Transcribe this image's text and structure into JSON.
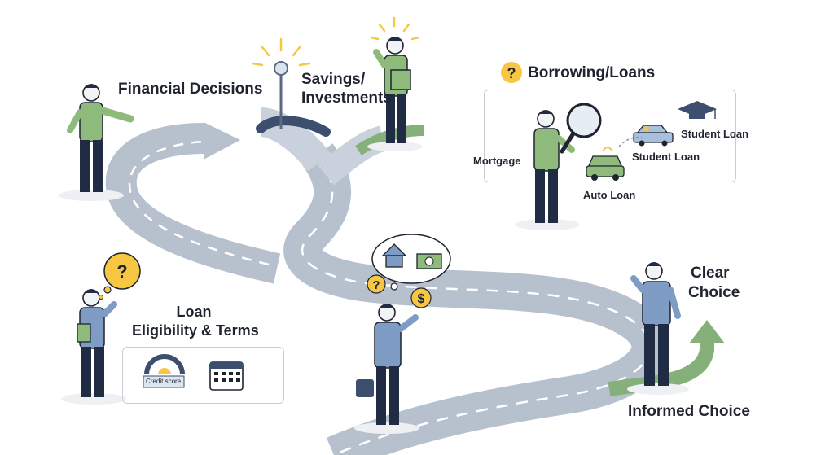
{
  "labels": {
    "financial_decisions": "Financial Decisions",
    "savings_line1": "Savings/",
    "savings_line2": "Investments",
    "borrowing_loans": "Borrowing/Loans",
    "mortgage": "Mortgage",
    "auto_loan": "Auto Loan",
    "student_loan_1": "Student Loan",
    "student_loan_2": "Student Loan",
    "loan_line1": "Loan",
    "loan_line2": "Eligibility & Terms",
    "credit_score": "Credit score",
    "clear_line1": "Clear",
    "clear_line2": "Choice",
    "informed_choice": "Informed Choice"
  },
  "colors": {
    "road": "#b7c1ce",
    "road_dash": "#ffffff",
    "green": "#86b07a",
    "blue_shirt": "#7f9cc4",
    "green_shirt": "#8ebb7c",
    "navy": "#1f2c44",
    "yellow": "#f7c744",
    "sign_dark": "#3c4f6e"
  },
  "icons": [
    "question-icon",
    "magnifier-icon",
    "car-icon",
    "graduation-cap-icon",
    "house-icon",
    "money-icon",
    "dollar-coin-icon",
    "gauge-icon",
    "calendar-icon",
    "briefcase-icon",
    "notebook-icon",
    "up-arrow-icon"
  ]
}
